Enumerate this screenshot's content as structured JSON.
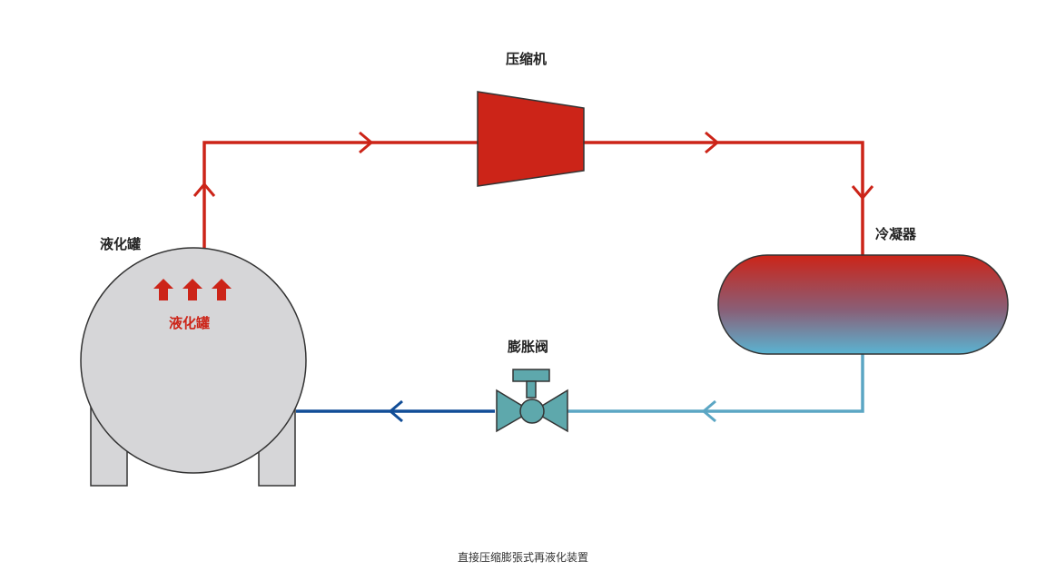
{
  "labels": {
    "compressor": "压缩机",
    "condenser": "冷凝器",
    "expansion_valve": "膨胀阀",
    "tank": "液化罐",
    "tank_inner": "液化罐"
  },
  "caption": "直接压缩膨張式再液化装置",
  "colors": {
    "hot_line": "#cc2418",
    "cool_line": "#5ba6c4",
    "cold_line": "#114d97",
    "tank_fill": "#d6d6d8",
    "outline": "#333333",
    "valve_fill": "#5ea8ac"
  },
  "icons": {
    "up_arrows": [
      "up-arrow-icon",
      "up-arrow-icon",
      "up-arrow-icon"
    ],
    "flow_arrows": [
      "chevron-right-icon",
      "chevron-down-icon",
      "chevron-left-icon",
      "chevron-up-icon"
    ]
  }
}
